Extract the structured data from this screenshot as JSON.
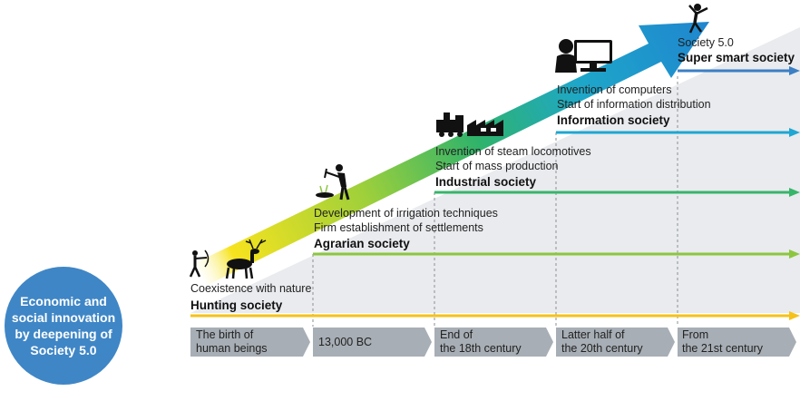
{
  "circle_label": [
    "Economic and",
    "social innovation",
    "by deepening of",
    "Society 5.0"
  ],
  "stages": [
    {
      "society": "Hunting society",
      "descriptions": [
        "Coexistence with nature"
      ],
      "era": [
        "The birth of",
        "human beings"
      ],
      "line_color": "#f5c21a",
      "icon": "hunter-deer-icon"
    },
    {
      "society": "Agrarian society",
      "descriptions": [
        "Development of irrigation techniques",
        "Firm establishment of settlements"
      ],
      "era": [
        "13,000 BC"
      ],
      "line_color": "#8cc63f",
      "icon": "farmer-icon"
    },
    {
      "society": "Industrial society",
      "descriptions": [
        "Invention of steam locomotives",
        "Start of mass production"
      ],
      "era": [
        "End of",
        "the 18th century"
      ],
      "line_color": "#37b56a",
      "icon": "train-factory-icon"
    },
    {
      "society": "Information society",
      "descriptions": [
        "Invention of computers",
        "Start of information distribution"
      ],
      "era": [
        "Latter half of",
        "the 20th century"
      ],
      "line_color": "#1fa6d3",
      "icon": "computer-user-icon"
    },
    {
      "society": "Super smart society",
      "society_prefix": "Society 5.0",
      "descriptions": [],
      "era": [
        "From",
        "the 21st century"
      ],
      "line_color": "#3b7fc4",
      "icon": "raised-arms-person-icon"
    }
  ],
  "colors": {
    "circle": "#3f86c6",
    "era_bar": "#a7aeb5",
    "backdrop": "#e9ebee",
    "arrow_start": "#f7e31e",
    "arrow_mid": "#2fb36b",
    "arrow_end": "#1f86cf"
  }
}
